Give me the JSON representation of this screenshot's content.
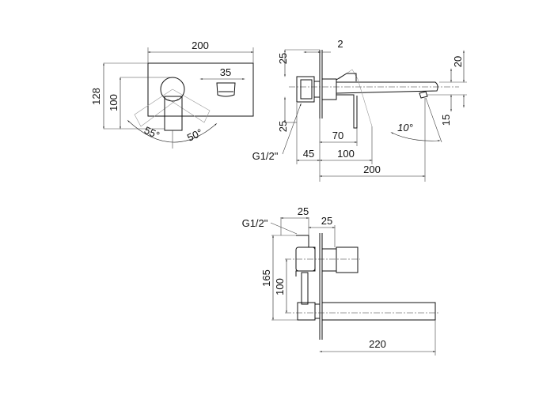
{
  "front_view": {
    "width_200": "200",
    "outlet_35": "35",
    "height_128": "128",
    "height_100": "100",
    "angle_left": "55°",
    "angle_right": "50°"
  },
  "side_view": {
    "plate_2": "2",
    "top_25": "25",
    "bottom_25": "25",
    "spout_20": "20",
    "outlet_15": "15",
    "angle_10": "10°",
    "lever_70": "70",
    "body_45": "45",
    "reach_100": "100",
    "spout_200": "200",
    "thread": "G1/2\""
  },
  "install_view": {
    "thread": "G1/2\"",
    "depth_25a": "25",
    "depth_25b": "25",
    "height_165": "165",
    "centers_100": "100",
    "spout_220": "220"
  }
}
